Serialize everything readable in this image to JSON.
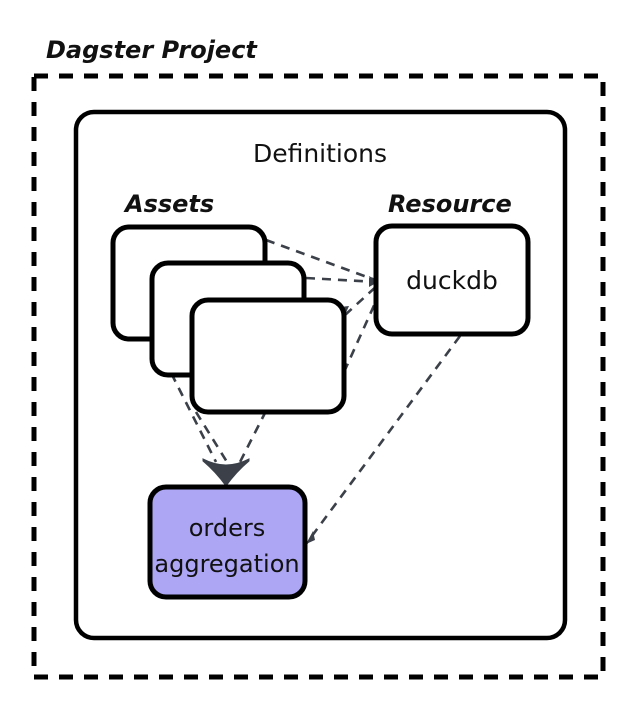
{
  "diagram": {
    "title": "Dagster Project",
    "outer_container": {
      "label": "Dagster Project",
      "border_style": "dashed",
      "border_color": "#000000"
    },
    "inner_container": {
      "label": "Definitions",
      "border_style": "solid",
      "border_color": "#000000"
    },
    "groups": [
      {
        "id": "assets",
        "label": "Assets"
      },
      {
        "id": "resource",
        "label": "Resource"
      }
    ],
    "nodes": [
      {
        "id": "asset-card-1",
        "label": "",
        "fill": "#ffffff",
        "stroke": "#000000"
      },
      {
        "id": "asset-card-2",
        "label": "",
        "fill": "#ffffff",
        "stroke": "#000000"
      },
      {
        "id": "asset-card-3",
        "label": "",
        "fill": "#ffffff",
        "stroke": "#000000"
      },
      {
        "id": "duckdb",
        "label": "duckdb",
        "fill": "#ffffff",
        "stroke": "#000000"
      },
      {
        "id": "orders-aggregation",
        "label_line_1": "orders",
        "label_line_2": "aggregation",
        "fill": "#ada6f5",
        "stroke": "#000000"
      }
    ],
    "edges": [
      {
        "from": "asset-card-1",
        "to": "duckdb",
        "style": "dashed"
      },
      {
        "from": "asset-card-2",
        "to": "duckdb",
        "style": "dashed"
      },
      {
        "from": "asset-card-3",
        "to": "duckdb",
        "style": "dashed"
      },
      {
        "from": "asset-card-1",
        "to": "orders-aggregation",
        "style": "dashed"
      },
      {
        "from": "asset-card-2",
        "to": "orders-aggregation",
        "style": "dashed"
      },
      {
        "from": "asset-card-3",
        "to": "orders-aggregation",
        "style": "dashed"
      },
      {
        "from": "duckdb",
        "to": "orders-aggregation",
        "style": "dashed"
      }
    ],
    "colors": {
      "accent_purple": "#ada6f5",
      "edge_dark": "#3b4049",
      "stroke_black": "#000000",
      "background": "#ffffff"
    }
  }
}
